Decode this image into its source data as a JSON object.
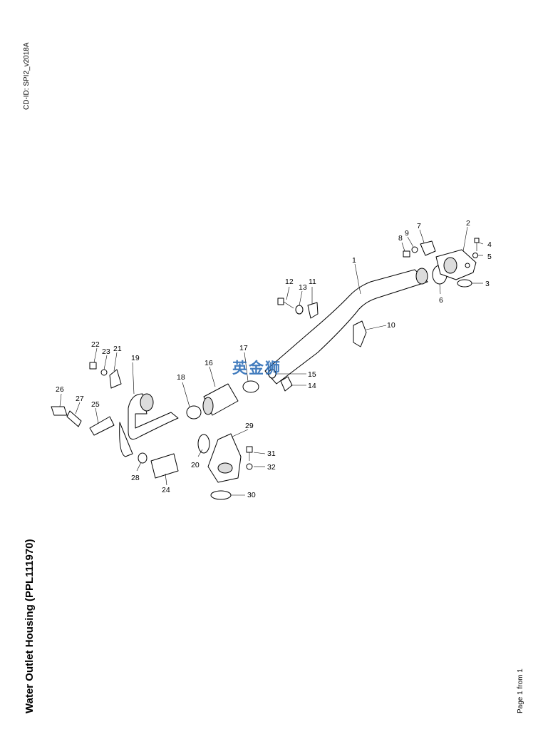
{
  "header": {
    "cd_id": "CD-ID: SPI2_v2018A"
  },
  "title": "Water Outlet Housing (PPL111970)",
  "footer": {
    "page": "Page 1 from 1"
  },
  "watermark": "英金狮",
  "callouts": [
    "1",
    "2",
    "3",
    "4",
    "5",
    "6",
    "7",
    "8",
    "9",
    "10",
    "11",
    "12",
    "13",
    "14",
    "15",
    "16",
    "17",
    "18",
    "19",
    "20",
    "21",
    "22",
    "23",
    "24",
    "25",
    "26",
    "27",
    "28",
    "29",
    "30",
    "31",
    "32"
  ]
}
